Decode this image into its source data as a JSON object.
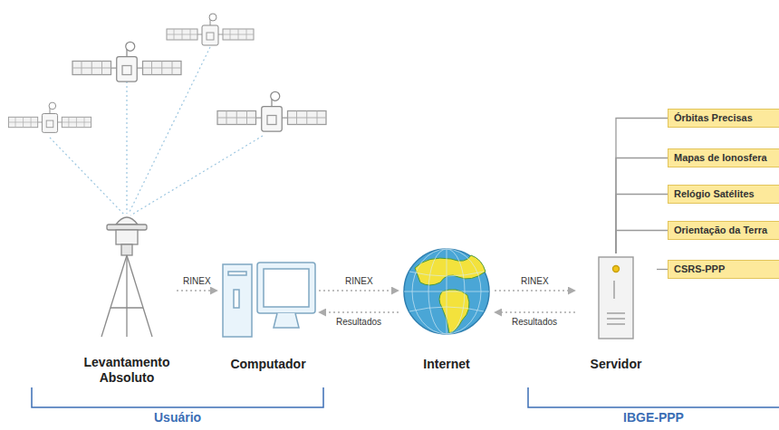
{
  "diagram": {
    "nodes": [
      {
        "text": [
          "Levantamento Absoluto"
        ]
      },
      {
        "text": [
          "Computador"
        ]
      },
      {
        "text": [
          "Internet"
        ]
      },
      {
        "text": [
          "Servidor"
        ]
      },
      {
        "text": [
          "Órbitas Precisas"
        ]
      },
      {
        "text": [
          "Mapas de Ionosfera"
        ]
      },
      {
        "text": [
          "Relógio Satélites"
        ]
      },
      {
        "text": [
          "Orientação da Terra"
        ]
      },
      {
        "text": [
          "CSRS-PPP"
        ]
      }
    ],
    "edges": [
      {
        "from": 0,
        "to": 1,
        "label": "RINEX",
        "arrow": "to"
      },
      {
        "from": 1,
        "to": 2,
        "label": "RINEX",
        "arrow": "to"
      },
      {
        "from": 2,
        "to": 1,
        "label": "Resultados",
        "arrow": "to"
      },
      {
        "from": 2,
        "to": 3,
        "label": "RINEX",
        "arrow": "to"
      },
      {
        "from": 3,
        "to": 2,
        "label": "Resultados",
        "arrow": "to"
      },
      {
        "from": 3,
        "to": 4,
        "arrow": "none"
      },
      {
        "from": 3,
        "to": 5,
        "arrow": "none"
      },
      {
        "from": 3,
        "to": 6,
        "arrow": "none"
      },
      {
        "from": 3,
        "to": 7,
        "arrow": "none"
      },
      {
        "from": 3,
        "to": 8,
        "arrow": "none"
      }
    ],
    "labels": [
      "Usuário",
      "IBGE-PPP"
    ]
  }
}
